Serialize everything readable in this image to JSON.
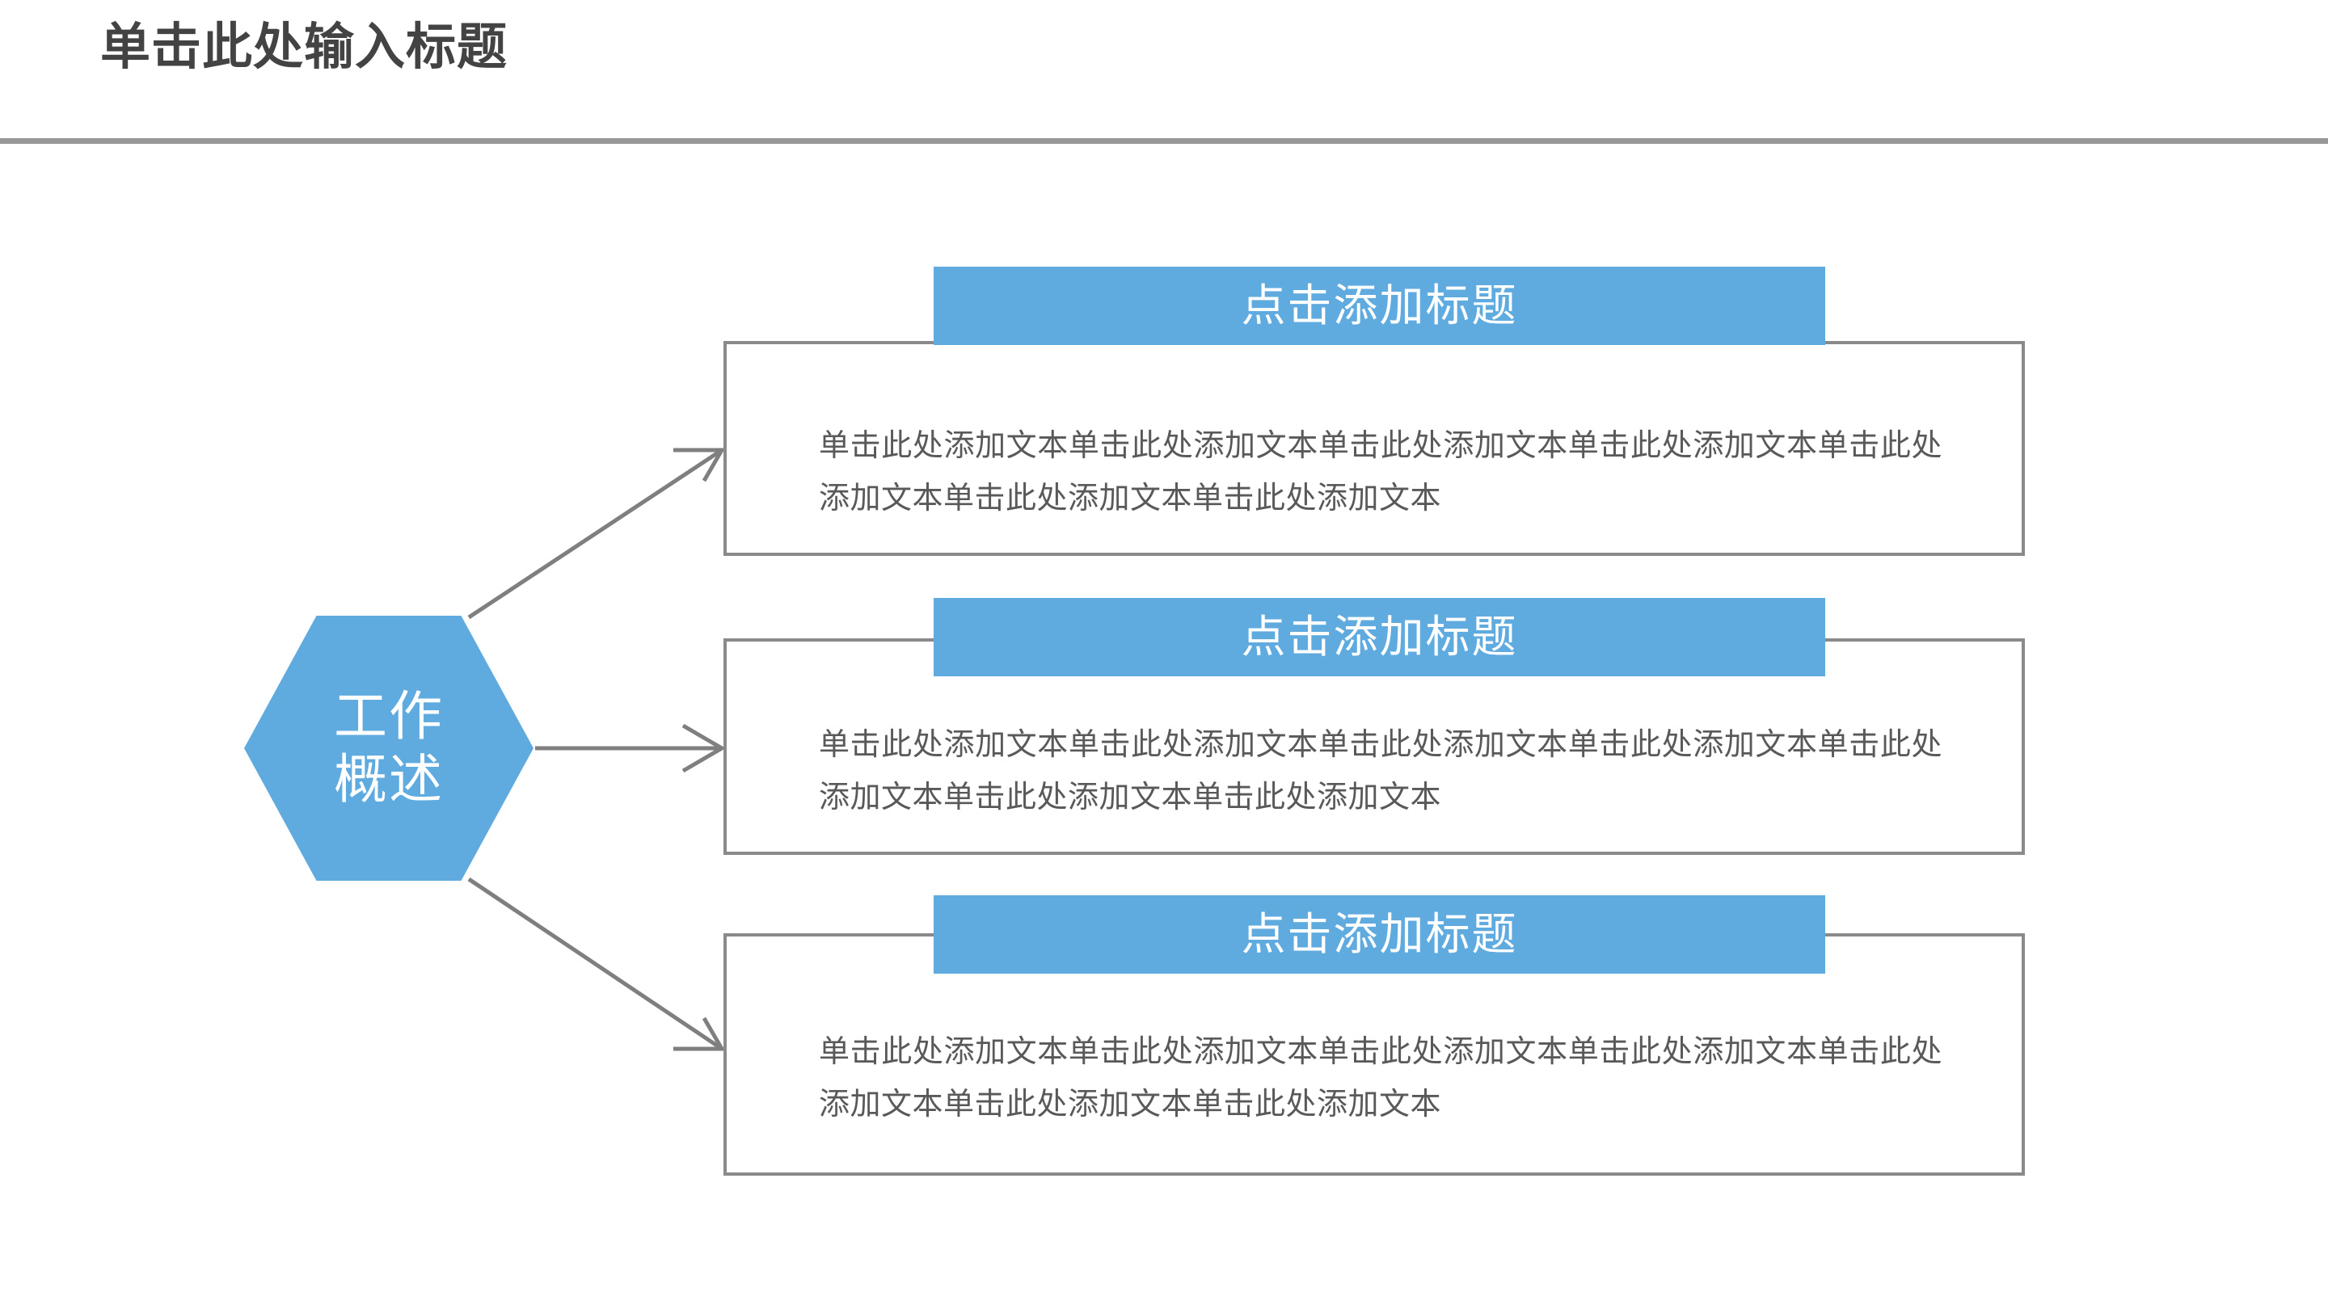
{
  "slide": {
    "title": "单击此处输入标题",
    "title_color": "#434343",
    "rule_color": "#989898",
    "background": "#ffffff"
  },
  "hub": {
    "label_line1": "工作",
    "label_line2": "概述",
    "shape": "hexagon",
    "fill": "#5FAADF",
    "text_color": "#ffffff"
  },
  "connectors": {
    "stroke": "#7F7F7F",
    "count": 3,
    "style": "single-arrow"
  },
  "rows": [
    {
      "header": "点击添加标题",
      "header_fill": "#5FAADF",
      "header_text_color": "#ffffff",
      "body": "单击此处添加文本单击此处添加文本单击此处添加文本单击此处添加文本单击此处添加文本单击此处添加文本单击此处添加文本",
      "body_color": "#595959",
      "border_color": "#8A8A8A"
    },
    {
      "header": "点击添加标题",
      "header_fill": "#5FAADF",
      "header_text_color": "#ffffff",
      "body": "单击此处添加文本单击此处添加文本单击此处添加文本单击此处添加文本单击此处添加文本单击此处添加文本单击此处添加文本",
      "body_color": "#595959",
      "border_color": "#8A8A8A"
    },
    {
      "header": "点击添加标题",
      "header_fill": "#5FAADF",
      "header_text_color": "#ffffff",
      "body": "单击此处添加文本单击此处添加文本单击此处添加文本单击此处添加文本单击此处添加文本单击此处添加文本单击此处添加文本",
      "body_color": "#595959",
      "border_color": "#8A8A8A"
    }
  ]
}
